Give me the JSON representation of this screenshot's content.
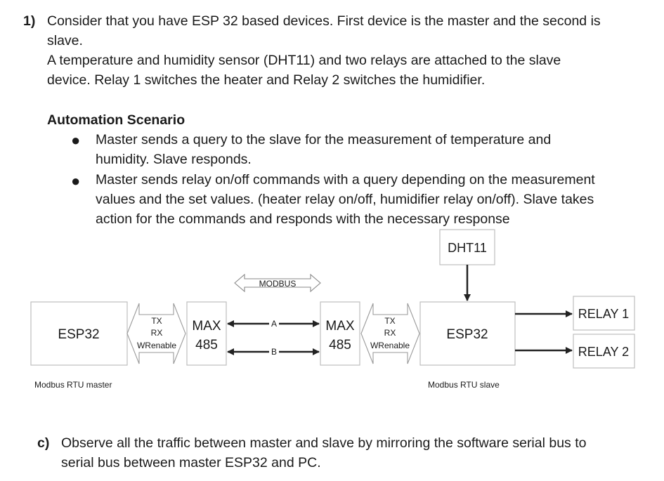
{
  "question_1": {
    "number": "1)",
    "line1": "Consider that you have ESP 32 based devices. First device is the master and the second is",
    "line2": "slave.",
    "line3": "A temperature and humidity sensor (DHT11) and two relays are attached to the slave",
    "line4": "device. Relay 1 switches the heater and Relay 2 switches the humidifier."
  },
  "scenario": {
    "heading": "Automation Scenario",
    "bullets": [
      {
        "lines": [
          "Master sends a query to the slave for the measurement of temperature and",
          "humidity. Slave responds."
        ]
      },
      {
        "lines": [
          "Master sends relay on/off commands with a query depending on the measurement",
          "values and the set values. (heater relay on/off, humidifier relay on/off). Slave takes",
          "action for the commands and responds with the necessary response"
        ]
      }
    ]
  },
  "diagram": {
    "master_box": "ESP32",
    "master_caption": "Modbus RTU master",
    "master_signals": [
      "TX",
      "RX",
      "WRenable"
    ],
    "max485_left": [
      "MAX",
      "485"
    ],
    "modbus_label": "MODBUS",
    "line_a": "A",
    "line_b": "B",
    "max485_right": [
      "MAX",
      "485"
    ],
    "slave_signals": [
      "TX",
      "RX",
      "WRenable"
    ],
    "slave_box": "ESP32",
    "slave_caption": "Modbus RTU slave",
    "sensor": "DHT11",
    "relay1": "RELAY 1",
    "relay2": "RELAY 2"
  },
  "question_c": {
    "number": "c)",
    "line1": "Observe all the traffic between master and slave by mirroring the software serial bus to",
    "line2": "serial bus between master ESP32 and PC."
  }
}
